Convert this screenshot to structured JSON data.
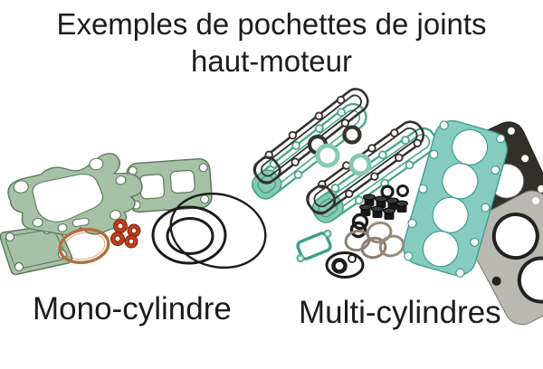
{
  "title": {
    "line1": "Exemples de pochettes de joints",
    "line2": "haut-moteur"
  },
  "captions": {
    "left": "Mono-cylindre",
    "right": "Multi-cylindres"
  },
  "colors": {
    "background": "#ffffff",
    "text": "#1c1c1c",
    "gasket-green": "#a6c1a6",
    "gasket-green-edge": "#5b7a5a",
    "teal": "#86c9b2",
    "teal-line": "#49a88e",
    "teal-edge": "#3f9e86",
    "teal-head": "#87ccc1",
    "teal-head-edge": "#3f9c90",
    "dark-gasket": "#35322d",
    "black-gasket": "#33302b",
    "grey-gasket": "#bab8b3",
    "copper": "#b26f3e",
    "red-oring": "#bc3e1d",
    "red-oring-edge": "#801f0c",
    "grey-ring": "#958a7c",
    "black": "#1c1c1c"
  }
}
